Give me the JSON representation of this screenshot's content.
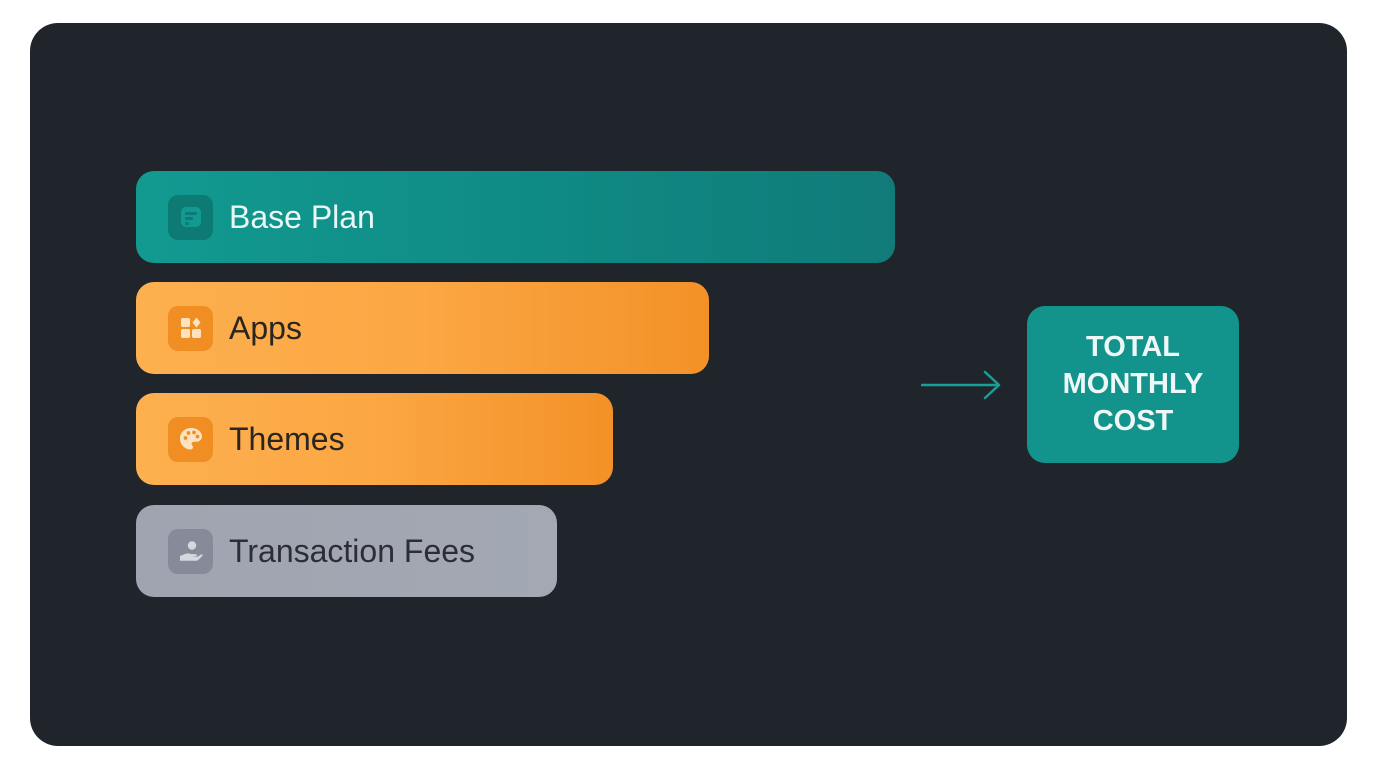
{
  "items": [
    {
      "label": "Base Plan",
      "icon": "plan-icon"
    },
    {
      "label": "Apps",
      "icon": "apps-grid-icon"
    },
    {
      "label": "Themes",
      "icon": "palette-icon"
    },
    {
      "label": "Transaction Fees",
      "icon": "user-hand-icon"
    }
  ],
  "total": {
    "label": "TOTAL\nMONTHLY\nCOST"
  },
  "colors": {
    "background": "#20242b",
    "teal": "#129a91",
    "orange": "#fba743",
    "gray": "#a0a5b1",
    "arrow": "#17a095"
  }
}
